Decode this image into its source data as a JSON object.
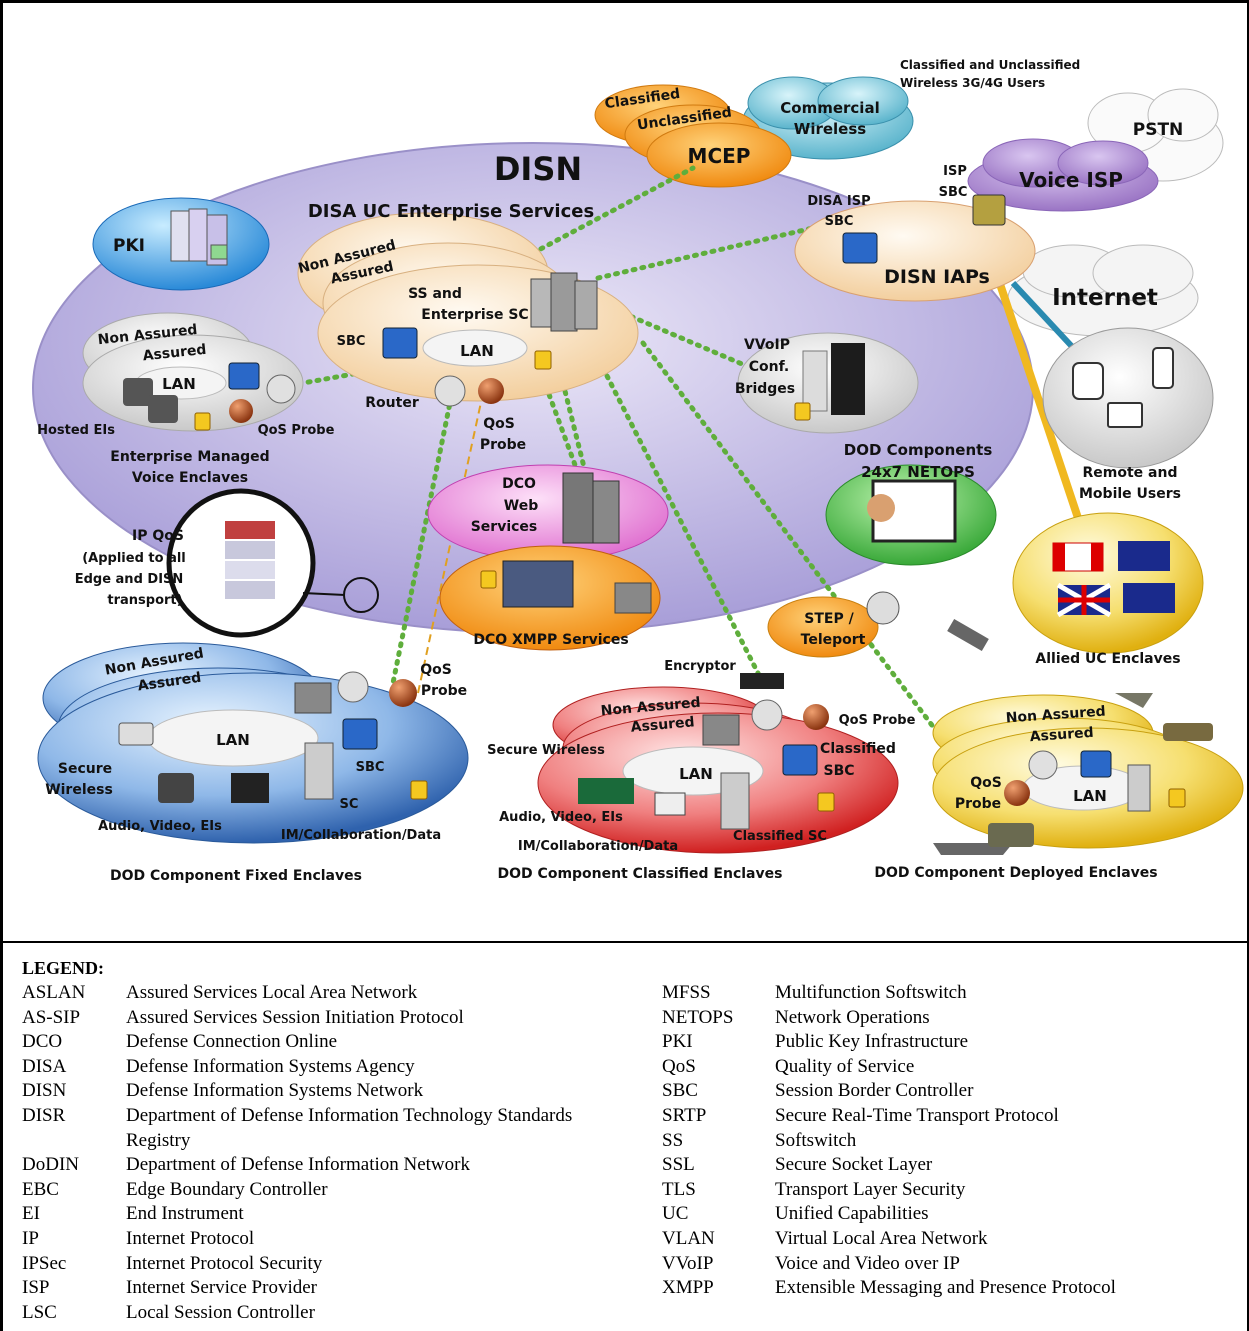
{
  "diagram": {
    "disn_title": "DISN",
    "enterprise_services": "DISA UC Enterprise Services",
    "pki": "PKI",
    "mcep": "MCEP",
    "classified": "Classified",
    "unclassified": "Unclassified",
    "commercial_wireless_1": "Commercial",
    "commercial_wireless_2": "Wireless",
    "wireless_users_1": "Classified and Unclassified",
    "wireless_users_2": "Wireless 3G/4G Users",
    "pstn": "PSTN",
    "voice_isp": "Voice ISP",
    "isp_sbc_1": "ISP",
    "isp_sbc_2": "SBC",
    "disa_isp_sbc_1": "DISA ISP",
    "disa_isp_sbc_2": "SBC",
    "disn_iaps": "DISN IAPs",
    "internet": "Internet",
    "non_assured": "Non Assured",
    "assured": "Assured",
    "ss_ent_1": "SS and",
    "ss_ent_2": "Enterprise SC",
    "sbc": "SBC",
    "lan": "LAN",
    "router": "Router",
    "qos_1": "QoS",
    "qos_2": "Probe",
    "qos_probe": "QoS Probe",
    "vvoip_1": "VVoIP",
    "vvoip_2": "Conf.",
    "vvoip_3": "Bridges",
    "hosted_eis": "Hosted EIs",
    "emve_1": "Enterprise Managed",
    "emve_2": "Voice  Enclaves",
    "remote_1": "Remote and",
    "remote_2": "Mobile Users",
    "dod_comp_1": "DOD Components",
    "dod_comp_2": "24x7 NETOPS",
    "dco_1": "DCO",
    "dco_2": "Web",
    "dco_3": "Services",
    "dco_xmpp": "DCO XMPP Services",
    "ipqos_1": "IP QoS",
    "ipqos_2": "(Applied to all",
    "ipqos_3": "Edge and DISN",
    "ipqos_4": "transport)",
    "step_1": "STEP /",
    "step_2": "Teleport",
    "allied": "Allied UC Enclaves",
    "encryptor": "Encryptor",
    "secure_wireless": "Secure Wireless",
    "secure_1": "Secure",
    "secure_2": "Wireless",
    "audio_video": "Audio, Video, EIs",
    "im_collab": "IM/Collaboration/Data",
    "sc": "SC",
    "classified_sbc_1": "Classified",
    "classified_sbc_2": "SBC",
    "classified_sc": "Classified SC",
    "fixed_enclaves": "DOD Component Fixed Enclaves",
    "classified_enclaves": "DOD Component Classified Enclaves",
    "deployed_enclaves": "DOD Component Deployed Enclaves",
    "colors": {
      "disn": "#bfb6e0",
      "mcep": "#f5a020",
      "voice_isp": "#a383c8",
      "pki": "#4aa0e0",
      "dco_web": "#e07ad0",
      "dco_xmpp": "#f08a20",
      "fixed": "#3a70b8",
      "classified": "#e03838",
      "deployed": "#f0c830",
      "link_green": "#5fae3c"
    }
  },
  "legend": {
    "title": "LEGEND:",
    "left": [
      {
        "abbr": "ASLAN",
        "def": "Assured Services Local Area Network"
      },
      {
        "abbr": "AS-SIP",
        "def": "Assured Services Session Initiation Protocol"
      },
      {
        "abbr": "DCO",
        "def": "Defense Connection Online"
      },
      {
        "abbr": "DISA",
        "def": "Defense Information Systems Agency"
      },
      {
        "abbr": "DISN",
        "def": "Defense Information Systems Network"
      },
      {
        "abbr": "DISR",
        "def": "Department of Defense Information Technology Standards"
      },
      {
        "abbr": "",
        "def": "Registry"
      },
      {
        "abbr": "DoDIN",
        "def": "Department of Defense Information Network"
      },
      {
        "abbr": "EBC",
        "def": "Edge Boundary Controller"
      },
      {
        "abbr": "EI",
        "def": "End Instrument"
      },
      {
        "abbr": "IP",
        "def": "Internet Protocol"
      },
      {
        "abbr": "IPSec",
        "def": "Internet Protocol Security"
      },
      {
        "abbr": "ISP",
        "def": "Internet Service Provider"
      },
      {
        "abbr": "LSC",
        "def": "Local Session Controller"
      }
    ],
    "right": [
      {
        "abbr": "MFSS",
        "def": "Multifunction Softswitch"
      },
      {
        "abbr": "NETOPS",
        "def": "Network Operations"
      },
      {
        "abbr": "PKI",
        "def": "Public Key Infrastructure"
      },
      {
        "abbr": "QoS",
        "def": "Quality of Service"
      },
      {
        "abbr": "SBC",
        "def": "Session Border Controller"
      },
      {
        "abbr": "SRTP",
        "def": "Secure Real-Time Transport Protocol"
      },
      {
        "abbr": "SS",
        "def": "Softswitch"
      },
      {
        "abbr": "SSL",
        "def": "Secure Socket Layer"
      },
      {
        "abbr": "TLS",
        "def": "Transport Layer Security"
      },
      {
        "abbr": "UC",
        "def": "Unified Capabilities"
      },
      {
        "abbr": "VLAN",
        "def": "Virtual Local Area Network"
      },
      {
        "abbr": "VVoIP",
        "def": "Voice and Video over IP"
      },
      {
        "abbr": "XMPP",
        "def": "Extensible Messaging and Presence Protocol"
      }
    ]
  }
}
